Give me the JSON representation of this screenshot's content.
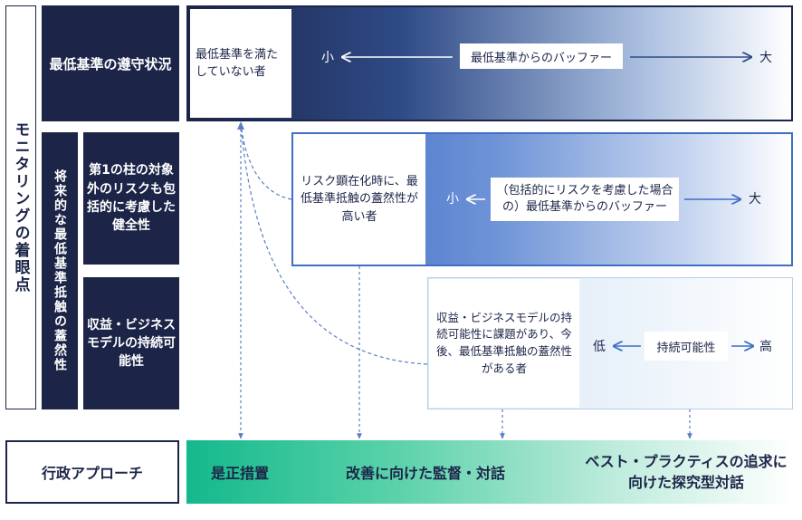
{
  "side_label": "モニタリングの着眼点",
  "rows": {
    "row1": "最低基準の遵守状況",
    "group": "将来的な最低基準抵触の蓋然性",
    "row2": "第1の柱の対象外のリスクも包括的に考慮した健全性",
    "row3": "収益・ビジネスモデルの持続可能性"
  },
  "bands": {
    "band1": {
      "box": "最低基準を満たしていない者",
      "pill": "最低基準からのバッファー",
      "left_end": "小",
      "right_end": "大"
    },
    "band2": {
      "box": "リスク顕在化時に、最低基準抵触の蓋然性が高い者",
      "pill": "（包括的にリスクを考慮した場合の）最低基準からのバッファー",
      "left_end": "小",
      "right_end": "大"
    },
    "band3": {
      "box": "収益・ビジネスモデルの持続可能性に課題があり、今後、最低基準抵触の蓋然性がある者",
      "pill": "持続可能性",
      "left_end": "低",
      "right_end": "高"
    }
  },
  "approach": {
    "label": "行政アプローチ",
    "items": [
      "是正措置",
      "改善に向けた監督・対話",
      "ベスト・プラクティスの追求に向けた探究型対話"
    ]
  },
  "colors": {
    "navy": "#1c2548",
    "blue": "#3e6dc7",
    "light_blue": "#dce9f5",
    "green": "#13b98c",
    "line_blue": "#5a7fc4"
  }
}
